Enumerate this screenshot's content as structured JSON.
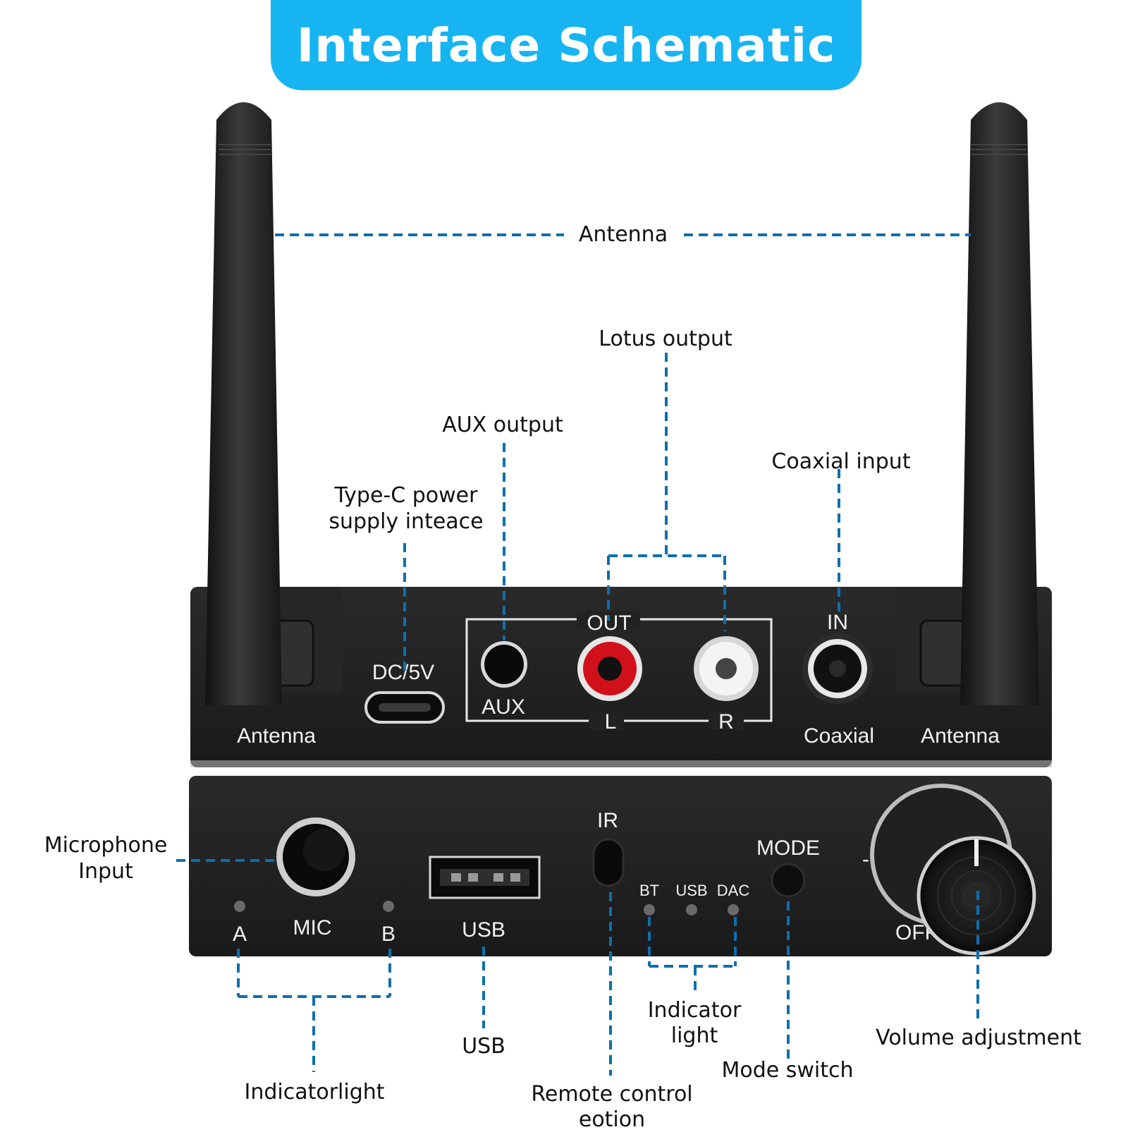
{
  "title": "Interface Schematic",
  "colors": {
    "banner": "#17b4f2",
    "leader": "#0d6fae",
    "device_body": "#1f1f1f",
    "rca_left": "#d0101a",
    "rca_right": "#f4f4f4"
  },
  "rear_panel": {
    "antenna_left": "Antenna",
    "antenna_right": "Antenna",
    "dc": "DC/5V",
    "aux": "AUX",
    "out": "OUT",
    "left": "L",
    "right": "R",
    "in": "IN",
    "coaxial": "Coaxial"
  },
  "front_panel": {
    "mic": "MIC",
    "a": "A",
    "b": "B",
    "usb": "USB",
    "ir": "IR",
    "bt": "BT",
    "usb_led": "USB",
    "dac": "DAC",
    "mode": "MODE",
    "off": "OFF",
    "minus": "-"
  },
  "callouts": {
    "antenna": "Antenna",
    "lotus_output": "Lotus output",
    "aux_output": "AUX output",
    "type_c_line1": "Type-C power",
    "type_c_line2": "supply inteace",
    "coaxial_input": "Coaxial input",
    "microphone_line1": "Microphone",
    "microphone_line2": "Input",
    "usb": "USB",
    "indicator_light_line1": "Indicator",
    "indicator_light_line2": "light",
    "volume_adjustment": "Volume adjustment",
    "mode_switch": "Mode switch",
    "indicatorlight": "Indicatorlight",
    "remote_line1": "Remote control",
    "remote_line2": "eotion"
  }
}
